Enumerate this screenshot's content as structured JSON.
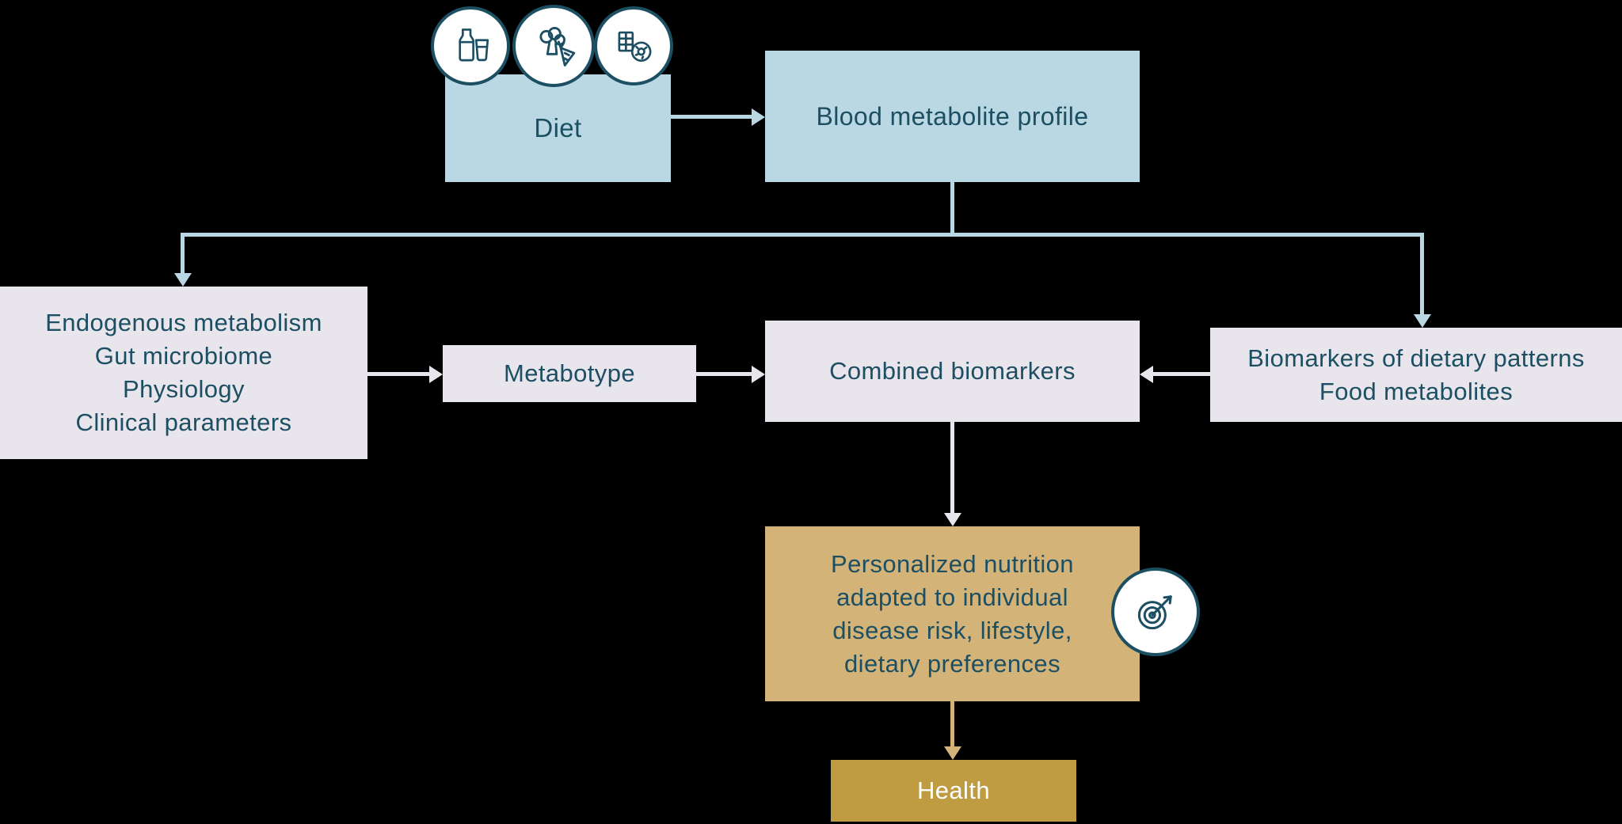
{
  "diagram": {
    "colors": {
      "background": "#000000",
      "light_blue": "#b9d8e3",
      "lavender": "#e9e5ed",
      "tan": "#d3b377",
      "gold": "#bf9b41",
      "teal_text": "#1d4f63",
      "white_text": "#ffffff"
    },
    "nodes": {
      "diet": {
        "label": "Diet"
      },
      "blood": {
        "label": "Blood metabolite profile"
      },
      "endogenous": {
        "lines": [
          "Endogenous metabolism",
          "Gut microbiome",
          "Physiology",
          "Clinical parameters"
        ]
      },
      "metabotype": {
        "label": "Metabotype"
      },
      "combined": {
        "label": "Combined biomarkers"
      },
      "biomarkers": {
        "lines": [
          "Biomarkers of dietary patterns",
          "Food metabolites"
        ]
      },
      "personalized": {
        "lines": [
          "Personalized nutrition",
          "adapted to individual",
          "disease risk, lifestyle,",
          "dietary preferences"
        ]
      },
      "health": {
        "label": "Health"
      }
    },
    "icons": {
      "diet_badges": [
        "dairy-icon",
        "produce-icon",
        "sweets-icon"
      ],
      "personalized_badge": "target-icon"
    }
  }
}
